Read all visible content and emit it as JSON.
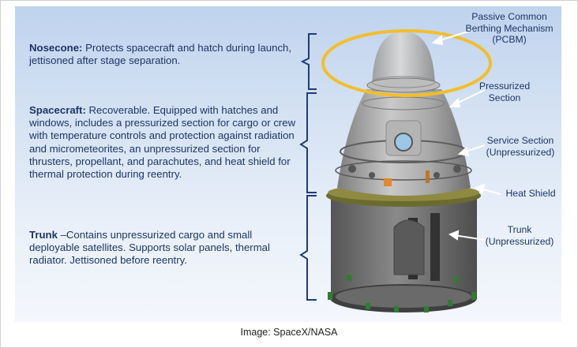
{
  "descriptions": [
    {
      "title": "Nosecone:",
      "text": " Protects spacecraft and hatch during launch, jettisoned after stage separation."
    },
    {
      "title": "Spacecraft:",
      "text": " Recoverable.  Equipped with hatches and windows, includes a pressurized section for cargo or crew with temperature controls and protection against radiation and micrometeorites, an unpressurized section for thrusters, propellant, and parachutes, and heat shield for thermal protection during reentry."
    },
    {
      "title": "Trunk",
      "text": " –Contains unpressurized cargo and small deployable satellites.  Supports solar panels, thermal radiator. Jettisoned before reentry."
    }
  ],
  "labels": {
    "pcbm": "Passive Common Berthing Mechanism (PCBM)",
    "pressurized": "Pressurized Section",
    "service": "Service Section (Unpressurized)",
    "heat_shield": "Heat Shield",
    "trunk": "Trunk (Unpressurized)"
  },
  "caption": "Image: SpaceX/NASA",
  "colors": {
    "text": "#1d3565",
    "highlight_ellipse": "#f2be2c",
    "panel_top": "#bfd3ee",
    "panel_bottom": "#f4f7fc"
  }
}
